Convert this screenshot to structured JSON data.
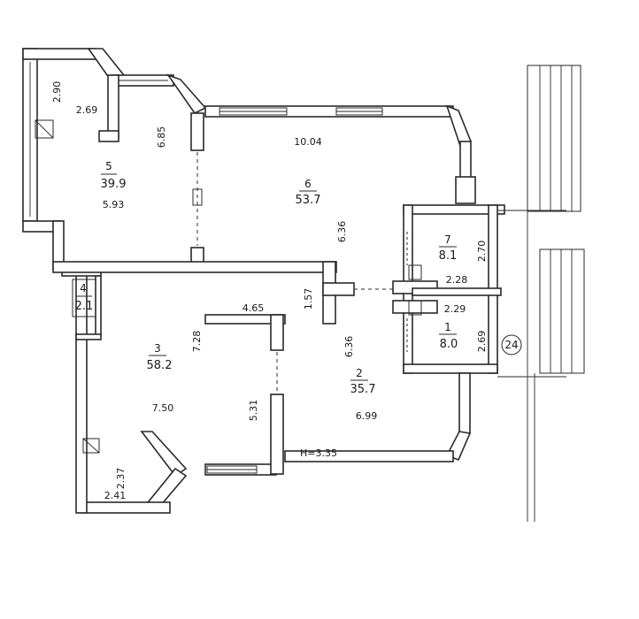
{
  "rooms": [
    {
      "number": "5",
      "area": "39.9"
    },
    {
      "number": "6",
      "area": "53.7"
    },
    {
      "number": "7",
      "area": "8.1"
    },
    {
      "number": "4",
      "area": "2.1"
    },
    {
      "number": "3",
      "area": "58.2"
    },
    {
      "number": "2",
      "area": "35.7"
    },
    {
      "number": "1",
      "area": "8.0"
    }
  ],
  "dimensions": {
    "d_2_90": "2.90",
    "d_2_69_top": "2.69",
    "d_6_85": "6.85",
    "d_5_93": "5.93",
    "d_10_04": "10.04",
    "d_6_36_upper": "6.36",
    "d_2_70": "2.70",
    "d_2_28": "2.28",
    "d_2_29": "2.29",
    "d_2_69_right": "2.69",
    "d_4_65": "4.65",
    "d_1_57": "1.57",
    "d_7_28": "7.28",
    "d_6_36_lower": "6.36",
    "d_7_50": "7.50",
    "d_5_31": "5.31",
    "d_6_99": "6.99",
    "d_2_37": "2.37",
    "d_2_41": "2.41"
  },
  "ceiling_height": "H=3.35",
  "apartment_number": "24"
}
